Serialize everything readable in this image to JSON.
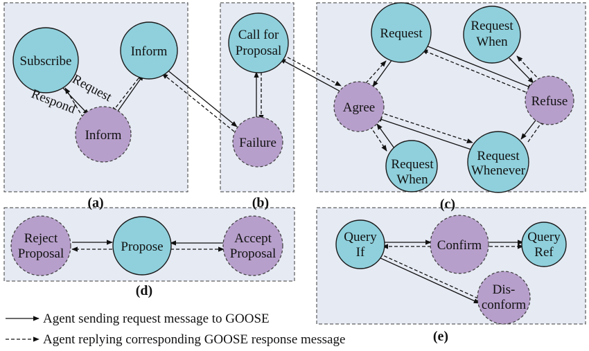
{
  "panels": {
    "a": "(a)",
    "b": "(b)",
    "c": "(c)",
    "d": "(d)",
    "e": "(e)"
  },
  "nodes": {
    "a_subscribe": "Subscribe",
    "a_inform_top": "Inform",
    "a_inform_bottom": "Inform",
    "b_call_for_proposal": [
      "Call for",
      "Proposal"
    ],
    "b_failure": "Failure",
    "c_request": "Request",
    "c_request_when_top": [
      "Request",
      "When"
    ],
    "c_agree": "Agree",
    "c_refuse": "Refuse",
    "c_request_when_bottom": [
      "Request",
      "When"
    ],
    "c_request_whenever": [
      "Request",
      "Whenever"
    ],
    "d_reject_proposal": [
      "Reject",
      "Proposal"
    ],
    "d_propose": "Propose",
    "d_accept_proposal": [
      "Accept",
      "Proposal"
    ],
    "e_query_if": [
      "Query",
      "If"
    ],
    "e_confirm": "Confirm",
    "e_query_ref": [
      "Query",
      "Ref"
    ],
    "e_disconform": [
      "Dis-",
      "conform"
    ]
  },
  "edge_labels": {
    "request": "Request",
    "respond": "Respond"
  },
  "legend": {
    "solid": "Agent sending request message to GOOSE",
    "dashed": "Agent replying corresponding GOOSE response message"
  },
  "colors": {
    "request_node": "#8fd0dc",
    "response_node": "#b79fcb",
    "panel_background": "#e6eaf3"
  }
}
